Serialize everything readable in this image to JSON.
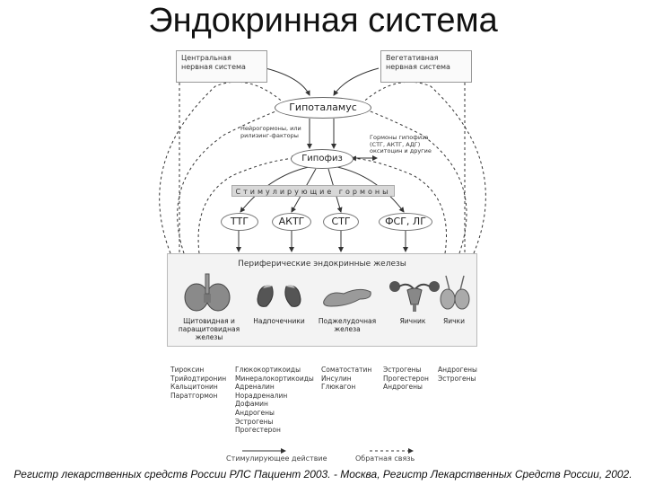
{
  "title": "Эндокринная система",
  "cns": [
    "Центральная",
    "нервная система"
  ],
  "ans": [
    "Вегетативная",
    "нервная система"
  ],
  "hypothalamus": "Гипоталамус",
  "note_left": [
    "Нейрогормоны, или",
    "рилизинг-факторы"
  ],
  "note_right": [
    "Гормоны гипофиза",
    "(СТГ, АКТГ, АДГ)",
    "окситоцин и другие"
  ],
  "pituitary": "Гипофиз",
  "stimulating_hormones": "Стимулирующие гормоны",
  "hormones": [
    "ТТГ",
    "АКТГ",
    "СТГ",
    "ФСГ, ЛГ"
  ],
  "peripheral_title": "Периферические эндокринные железы",
  "glands": [
    {
      "label": [
        "Щитовидная и",
        "паращитовидная",
        "железы"
      ],
      "icon": "thyroid-icon"
    },
    {
      "label": [
        "Надпочечники"
      ],
      "icon": "adrenal-icon"
    },
    {
      "label": [
        "Поджелудочная",
        "железа"
      ],
      "icon": "pancreas-icon"
    },
    {
      "label": [
        "Яичник"
      ],
      "icon": "ovary-icon"
    },
    {
      "label": [
        "Яички"
      ],
      "icon": "testes-icon"
    }
  ],
  "hormone_lists": [
    [
      "Тироксин",
      "Трийодтиронин",
      "Кальцитонин",
      "Паратгормон"
    ],
    [
      "Глюкокортикоиды",
      "Минералокортикоиды",
      "Адреналин",
      "Норадреналин",
      "Дофамин",
      "Андрогены",
      "Эстрогены",
      "Прогестерон"
    ],
    [
      "Соматостатин",
      "Инсулин",
      "Глюкагон"
    ],
    [
      "Эстрогены",
      "Прогестерон",
      "Андрогены"
    ],
    [
      "Андрогены",
      "Эстрогены"
    ]
  ],
  "legend": {
    "stimulating": "Стимулирующее действие",
    "feedback": "Обратная связь"
  },
  "caption": "Регистр лекарственных средств России РЛС Пациент 2003. - Москва, Регистр Лекарственных Средств России, 2002."
}
